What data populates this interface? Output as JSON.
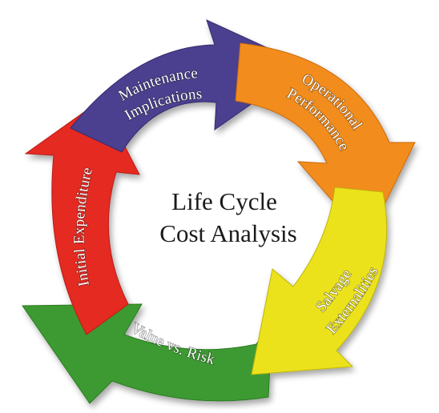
{
  "title": {
    "line1": "Life Cycle",
    "line2": "Cost Analysis"
  },
  "segments": [
    {
      "id": "maintenance",
      "line1": "Maintenance",
      "line2": "Implications",
      "color": "#4B3F8F"
    },
    {
      "id": "operational",
      "line1": "Operational",
      "line2": "Performance",
      "color": "#F28C1E"
    },
    {
      "id": "salvage",
      "line1": "Salvage",
      "line2": "Externalities",
      "color": "#ECE21E"
    },
    {
      "id": "value",
      "line1": "Value vs. Risk",
      "line2": "",
      "color": "#3E9A30"
    },
    {
      "id": "initial",
      "line1": "Initial Expenditure",
      "line2": "",
      "color": "#E52A24"
    }
  ]
}
